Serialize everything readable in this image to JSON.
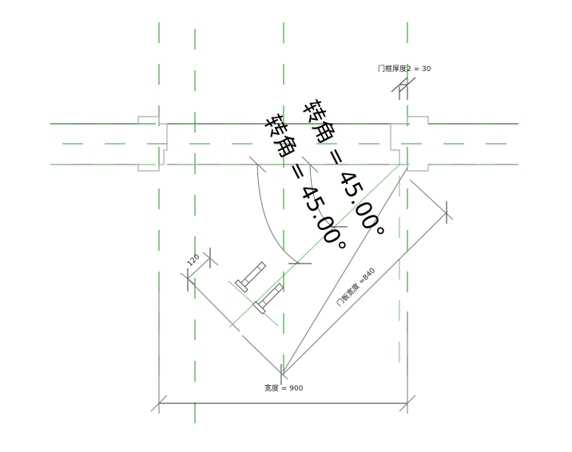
{
  "diagram": {
    "type": "door plan view (Revit family editor)",
    "labels": {
      "frame_thickness": "门框厚度2 = 30",
      "angle_1": "转角 = 45.00°",
      "angle_2": "转角 = 45.00°",
      "panel_width": "门板宽度 =840",
      "width": "宽度 = 900",
      "handle_offset": "120"
    },
    "colors": {
      "reference_plane": "#3aa83a",
      "reference_plane_light": "#8cc98c",
      "wall_line": "#555555",
      "frame_line": "#aaaaaa",
      "dimension_line": "#333333",
      "background": "#ffffff"
    }
  }
}
